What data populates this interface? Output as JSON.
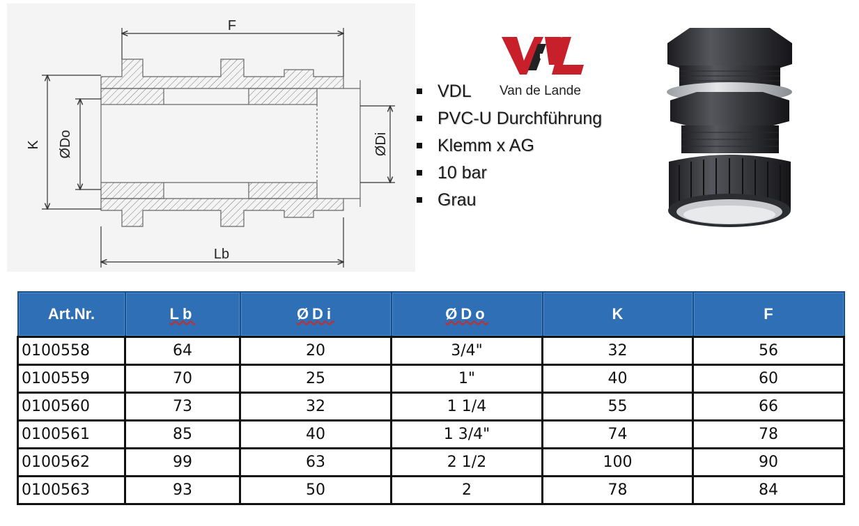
{
  "drawing": {
    "labels": {
      "f": "F",
      "k": "K",
      "do": "ØDo",
      "di": "ØDi",
      "lb": "Lb"
    }
  },
  "brand": {
    "logo_text": "Van de Lande",
    "logo_mark": "VDL",
    "colors": {
      "logo_red": "#c8202a",
      "logo_dark": "#222222"
    }
  },
  "features": [
    "VDL",
    "PVC-U Durchführung",
    "Klemm x AG",
    "10 bar",
    "Grau"
  ],
  "table": {
    "headers": [
      "Art.Nr.",
      "Lb",
      "ØDi",
      "ØDo",
      "K",
      "F"
    ],
    "rows": [
      [
        "0100558",
        "64",
        "20",
        "3/4\"",
        "32",
        "56"
      ],
      [
        "0100559",
        "70",
        "25",
        "1\"",
        "40",
        "60"
      ],
      [
        "0100560",
        "73",
        "32",
        "1 1/4",
        "55",
        "66"
      ],
      [
        "0100561",
        "85",
        "40",
        "1 3/4\"",
        "74",
        "78"
      ],
      [
        "0100562",
        "99",
        "63",
        "2 1/2",
        "100",
        "90"
      ],
      [
        "0100563",
        "93",
        "50",
        "2",
        "78",
        "84"
      ]
    ],
    "colors": {
      "header_bg": "#2e6fb5",
      "header_text": "#ffffff"
    }
  }
}
